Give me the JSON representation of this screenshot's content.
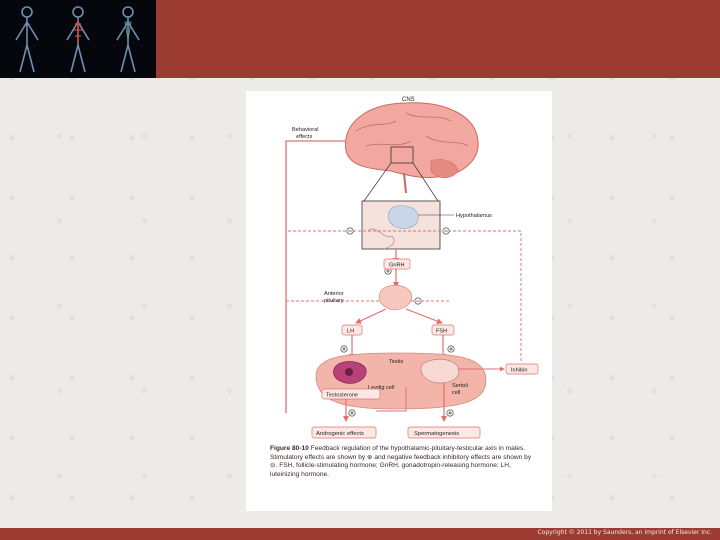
{
  "slide": {
    "copyright": "Copyright © 2011 by Saunders, an imprint of Elsevier Inc."
  },
  "figure": {
    "labels": {
      "cns": "CNS",
      "behavioral_effects_1": "Behavioral",
      "behavioral_effects_2": "effects",
      "hypothalamus": "Hypothalamus",
      "gnrh": "GnRH",
      "anterior_pituitary_1": "Anterior",
      "anterior_pituitary_2": "pituitary",
      "lh": "LH",
      "fsh": "FSH",
      "testis": "Testis",
      "leydig_cell": "Leydig cell",
      "sertoli_cell_1": "Sertoli",
      "sertoli_cell_2": "cell",
      "inhibin": "Inhibin",
      "testosterone": "Testosterone",
      "androgenic_effects": "Androgenic effects",
      "spermatogenesis": "Spermatogenesis"
    },
    "caption": {
      "figure_number": "Figure 80-10",
      "text": "Feedback regulation of the hypothalamic-pituitary-testicular axis in males. Stimulatory effects are shown by ⊕ and negative feedback inhibitory effects are shown by ⊖. FSH, follicle-stimulating hormone; GnRH, gonadotropin-releasing hormone; LH, luteinizing hormone."
    },
    "colors": {
      "arrow": "#e07070",
      "box_fill": "#fde8e4",
      "tissue": "#f3b4aa",
      "hypothalamus": "#c9d6ea"
    }
  }
}
